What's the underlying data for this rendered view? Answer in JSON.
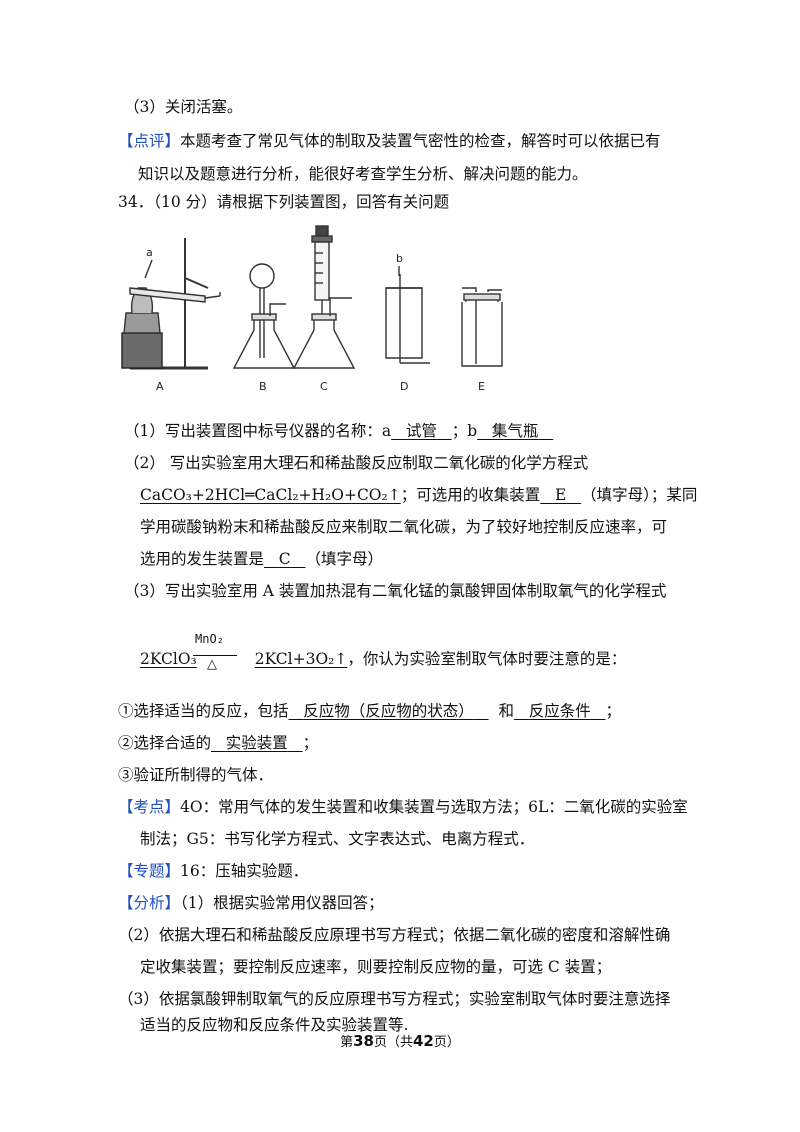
{
  "lines": {
    "l1": "（3）关闭活塞。",
    "l2_tag": "【点评】",
    "l2": "本题考查了常见气体的制取及装置气密性的检查，解答时可以依据已有",
    "l3": "知识以及题意进行分析，能很好考查学生分析、解决问题的能力。",
    "l4": "34．（10 分）请根据下列装置图，回答有关问题",
    "q1_prefix": "（1）写出装置图中标号仪器的名称：a",
    "q1_a": "试管",
    "q1_mid": "；b",
    "q1_b": "集气瓶",
    "q2_line1": "（2） 写出实验室用大理石和稀盐酸反应制取二氧化碳的化学方程式",
    "q2_eq": "CaCO₃+2HCl═CaCl₂+H₂O+CO₂↑",
    "q2_mid": "；可选用的收集装置",
    "q2_collect": "E",
    "q2_tail": "（填字母）；某同",
    "q2_line3": "学用碳酸钠粉末和稀盐酸反应来制取二氧化碳，为了较好地控制反应速率，可",
    "q2_line4_prefix": "选用的发生装置是",
    "q2_gen": "C",
    "q2_line4_tail": "（填字母）",
    "q3_line1": "（3）写出实验室用 A 装置加热混有二氧化锰的氯酸钾固体制取氧气的化学程式",
    "q3_eq_left": "2KClO₃",
    "q3_catalyst": "MnO₂",
    "q3_heat": "△",
    "q3_eq_right": "2KCl+3O₂↑",
    "q3_tail": "，你认为实验室制取气体时要注意的是：",
    "n1_prefix": "①选择适当的反应，包括",
    "n1_a": "反应物（反应物的状态）",
    "n1_mid": "和",
    "n1_b": "反应条件",
    "n1_end": "；",
    "n2_prefix": "②选择合适的",
    "n2_a": "实验装置",
    "n2_end": "；",
    "n3": "③验证所制得的气体．",
    "kd_tag": "【考点】",
    "kd": "4O：常用气体的发生装置和收集装置与选取方法；6L：二氧化碳的实验室",
    "kd2": "制法；G5：书写化学方程式、文字表达式、电离方程式．",
    "zt_tag": "【专题】",
    "zt": "16：压轴实验题．",
    "fx_tag": "【分析】",
    "fx": "（1）根据实验常用仪器回答；",
    "fx2": "（2）依据大理石和稀盐酸反应原理书写方程式；依据二氧化碳的密度和溶解性确",
    "fx3": "定收集装置；要控制反应速率，则要控制反应物的量，可选 C 装置；",
    "fx4": "（3）依据氯酸钾制取氧气的反应原理书写方程式；实验室制取气体时要注意选择",
    "fx5": "适当的反应物和反应条件及实验装置等."
  },
  "diagram_labels": {
    "a": "a",
    "b": "b",
    "A": "A",
    "B": "B",
    "C": "C",
    "D": "D",
    "E": "E"
  },
  "footer": {
    "pre": "第",
    "page": "38",
    "mid": "页（共",
    "total": "42",
    "post": "页）"
  },
  "colors": {
    "tag": "#1f4fbf",
    "text": "#111111"
  }
}
